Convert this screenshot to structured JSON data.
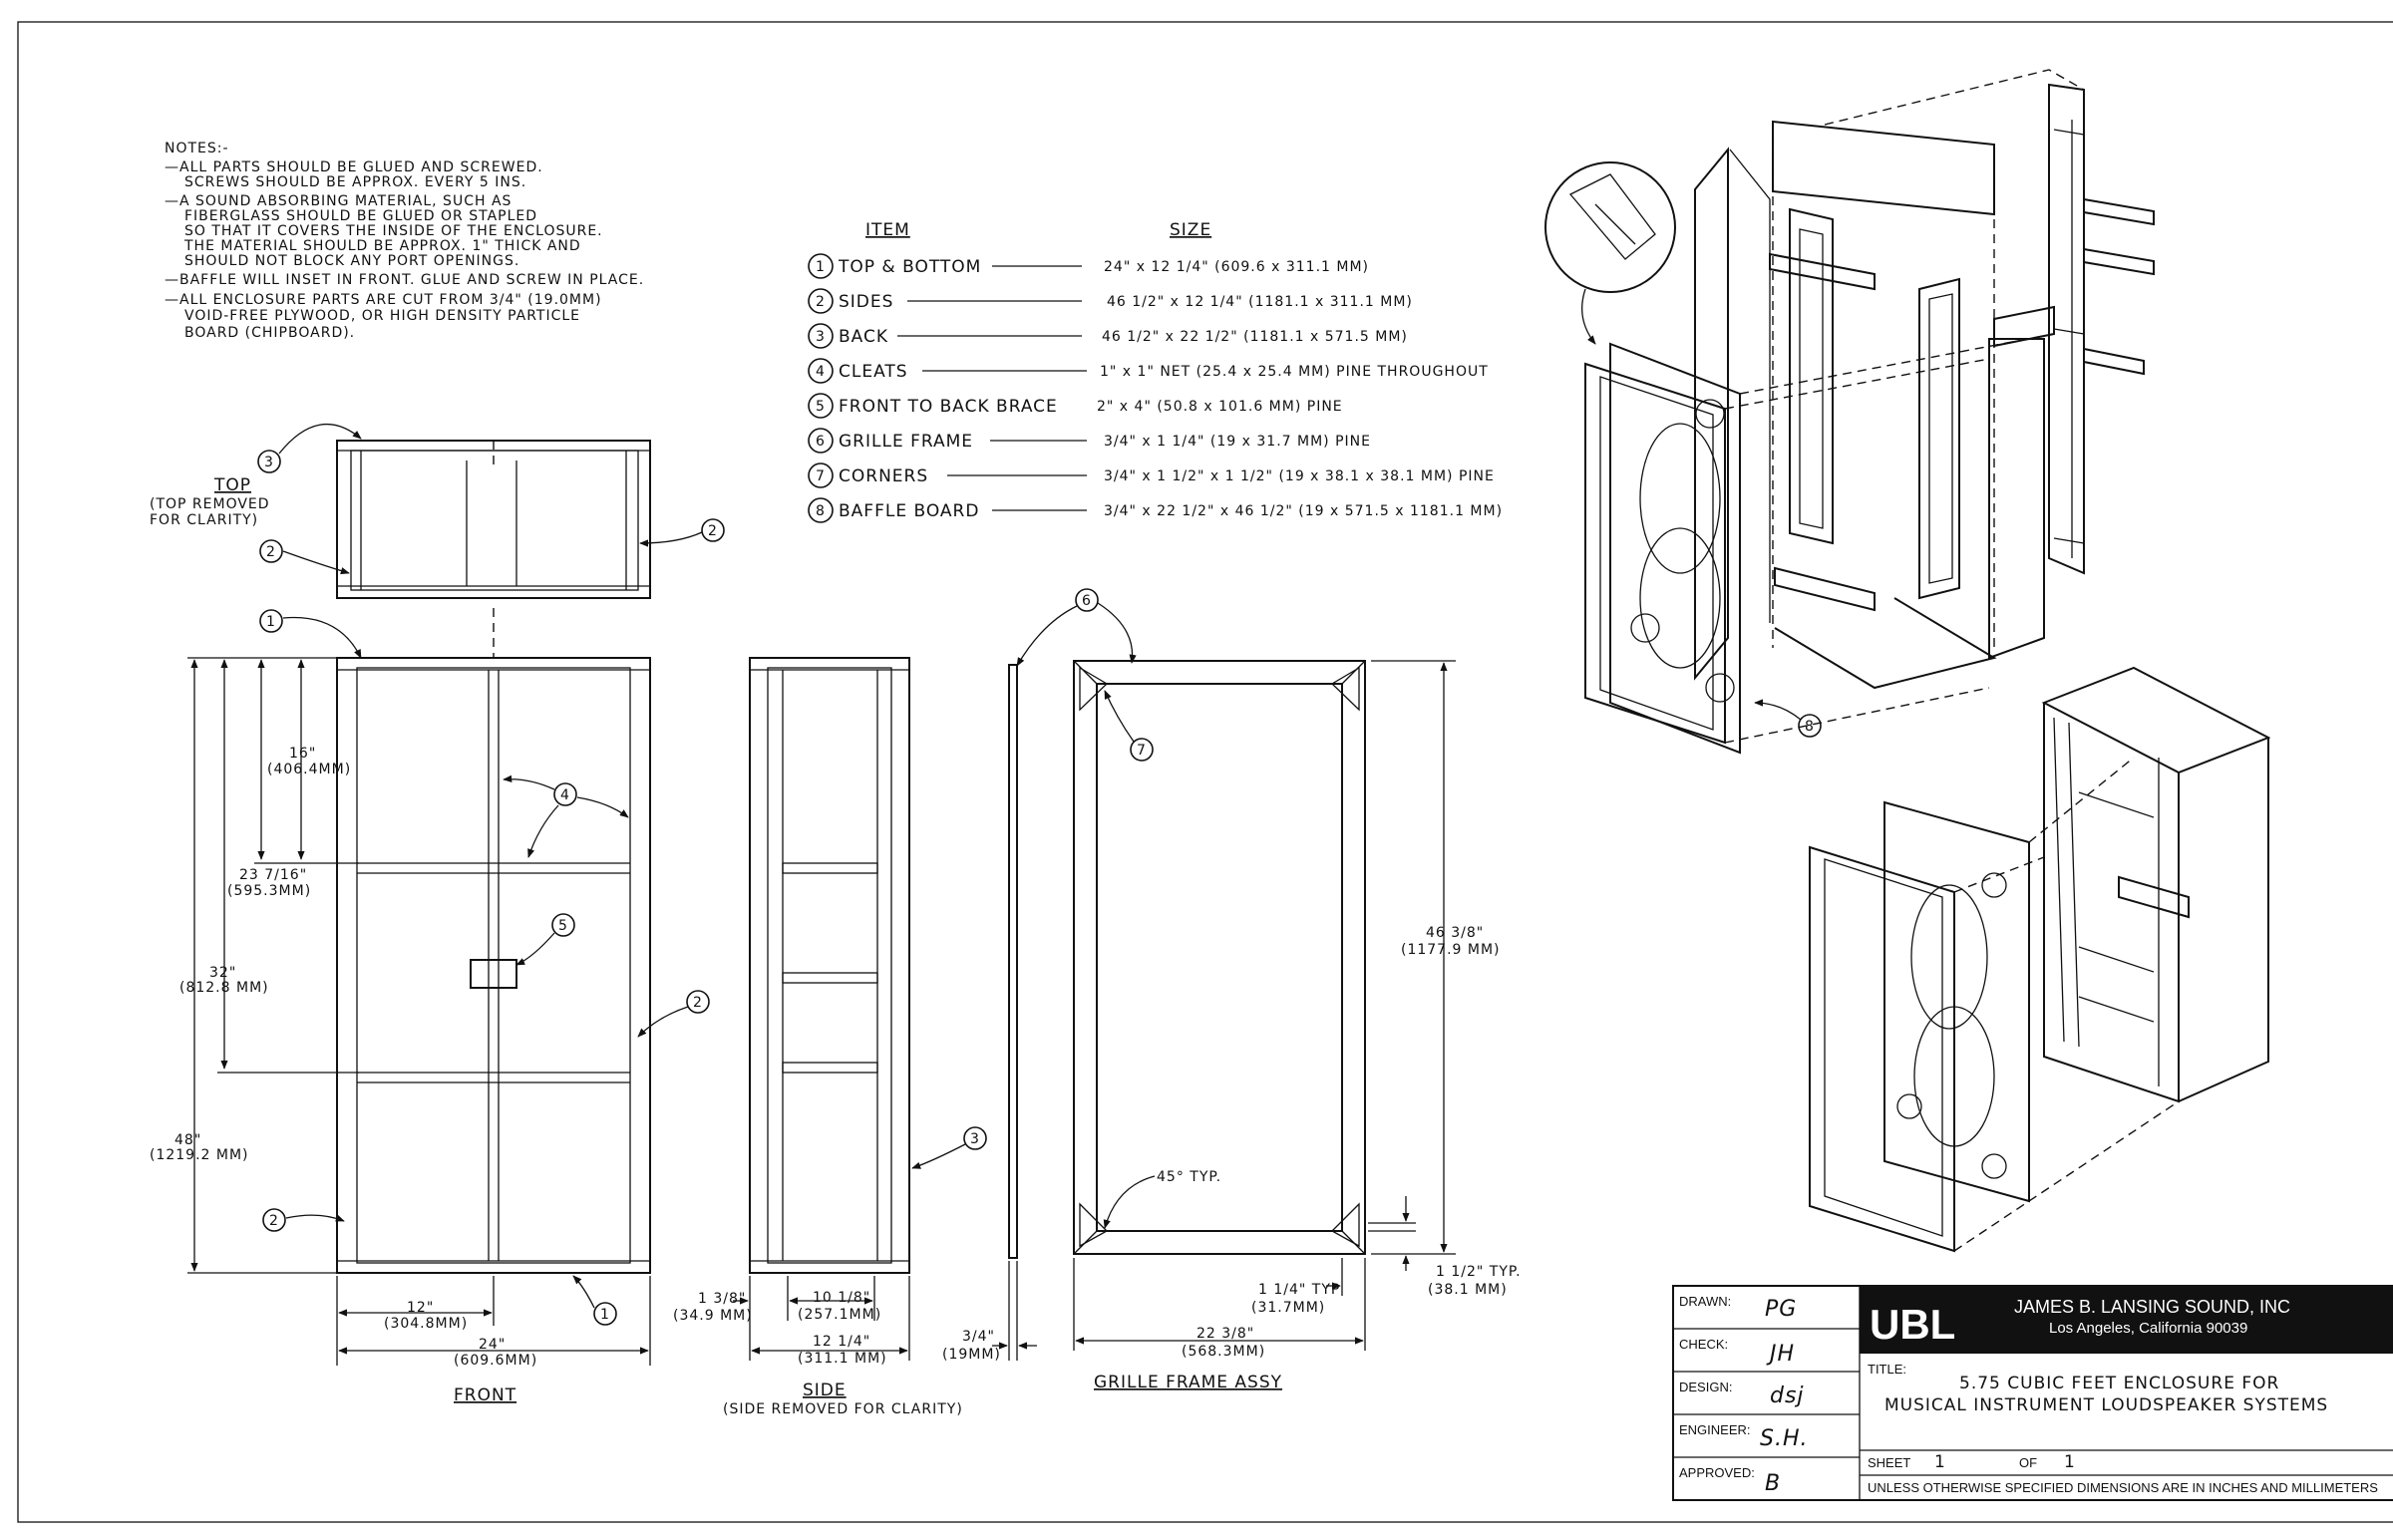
{
  "notes": {
    "heading": "NOTES:-",
    "lines": [
      "—ALL PARTS SHOULD BE GLUED AND SCREWED.",
      "SCREWS SHOULD BE APPROX. EVERY 5 INS.",
      "—A SOUND ABSORBING MATERIAL, SUCH AS",
      "FIBERGLASS SHOULD BE GLUED OR STAPLED",
      "SO THAT IT COVERS THE INSIDE OF THE ENCLOSURE.",
      "THE MATERIAL SHOULD BE APPROX. 1\" THICK AND",
      "SHOULD NOT BLOCK ANY PORT OPENINGS.",
      "—BAFFLE WILL INSET IN FRONT. GLUE AND SCREW IN PLACE.",
      "—ALL ENCLOSURE PARTS ARE CUT FROM 3/4\" (19.0MM)",
      "VOID-FREE PLYWOOD, OR HIGH DENSITY PARTICLE",
      "BOARD (CHIPBOARD)."
    ]
  },
  "parts_list": {
    "item_header": "ITEM",
    "size_header": "SIZE",
    "items": [
      {
        "num": "1",
        "name": "TOP & BOTTOM",
        "size": "24\" x 12 1/4\" (609.6 x 311.1 MM)"
      },
      {
        "num": "2",
        "name": "SIDES",
        "size": "46 1/2\" x 12 1/4\" (1181.1 x 311.1 MM)"
      },
      {
        "num": "3",
        "name": "BACK",
        "size": "46 1/2\" x 22 1/2\" (1181.1 x 571.5 MM)"
      },
      {
        "num": "4",
        "name": "CLEATS",
        "size": "1\" x 1\" NET (25.4 x 25.4 MM) PINE THROUGHOUT"
      },
      {
        "num": "5",
        "name": "FRONT TO BACK BRACE",
        "size": "2\" x 4\" (50.8 x 101.6 MM) PINE"
      },
      {
        "num": "6",
        "name": "GRILLE FRAME",
        "size": "3/4\" x 1 1/4\" (19 x 31.7 MM) PINE"
      },
      {
        "num": "7",
        "name": "CORNERS",
        "size": "3/4\" x 1 1/2\" x 1 1/2\" (19 x 38.1 x 38.1 MM) PINE"
      },
      {
        "num": "8",
        "name": "BAFFLE BOARD",
        "size": "3/4\" x 22 1/2\" x 46 1/2\" (19 x 571.5 x 1181.1 MM)"
      }
    ]
  },
  "top_view": {
    "title": "TOP",
    "subtitle_1": "(TOP REMOVED",
    "subtitle_2": "FOR CLARITY)"
  },
  "front_view": {
    "title": "FRONT",
    "dim_16": "16\"",
    "dim_16_mm": "(406.4MM)",
    "dim_23": "23 7/16\"",
    "dim_23_mm": "(595.3MM)",
    "dim_32": "32\"",
    "dim_32_mm": "(812.8 MM)",
    "dim_48": "48\"",
    "dim_48_mm": "(1219.2 MM)",
    "dim_12": "12\"",
    "dim_12_mm": "(304.8MM)",
    "dim_24": "24\"",
    "dim_24_mm": "(609.6MM)"
  },
  "side_view": {
    "title": "SIDE",
    "subtitle": "(SIDE REMOVED FOR CLARITY)",
    "dim_1": "1 3/8\"",
    "dim_1_mm": "(34.9 MM)",
    "dim_10": "10 1/8\"",
    "dim_10_mm": "(257.1MM)",
    "dim_12": "12 1/4\"",
    "dim_12_mm": "(311.1 MM)",
    "dim_34": "3/4\"",
    "dim_34_mm": "(19MM)"
  },
  "grille_view": {
    "title": "GRILLE FRAME ASSY",
    "typ45": "45° TYP.",
    "dim_46": "46 3/8\"",
    "dim_46_mm": "(1177.9 MM)",
    "dim_114": "1 1/4\" TYP",
    "dim_114_mm": "(31.7MM)",
    "dim_22": "22 3/8\"",
    "dim_22_mm": "(568.3MM)",
    "dim_112": "1 1/2\" TYP.",
    "dim_112_mm": "(38.1 MM)"
  },
  "title_block": {
    "drawn_label": "DRAWN:",
    "drawn_value": "PG",
    "check_label": "CHECK:",
    "check_value": "JH",
    "design_label": "DESIGN:",
    "design_value": "dsj",
    "engineer_label": "ENGINEER:",
    "engineer_value": "S.H.",
    "approved_label": "APPROVED:",
    "approved_value": "B",
    "logo": "UBL",
    "company": "JAMES B. LANSING SOUND, INC",
    "location": "Los Angeles, California 90039",
    "title_label": "TITLE:",
    "title_line_1": "5.75 CUBIC FEET ENCLOSURE FOR",
    "title_line_2": "MUSICAL INSTRUMENT LOUDSPEAKER SYSTEMS",
    "sheet_label": "SHEET",
    "sheet_value": "1",
    "of_label": "OF",
    "of_value": "1",
    "footer": "UNLESS OTHERWISE SPECIFIED DIMENSIONS ARE IN INCHES AND MILLIMETERS"
  },
  "colors": {
    "ink": "#111111",
    "paper": "#ffffff",
    "title_band": "#111111"
  }
}
